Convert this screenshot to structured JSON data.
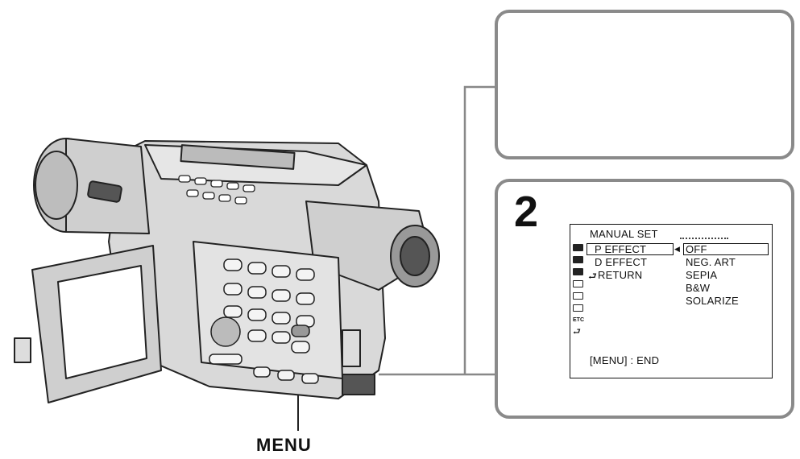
{
  "step_number": "2",
  "callout_label": "MENU",
  "menu_screen": {
    "title": "MANUAL SET",
    "items": [
      {
        "label": "P EFFECT",
        "selected": true
      },
      {
        "label": "D EFFECT",
        "selected": false
      },
      {
        "label": "RETURN",
        "selected": false
      }
    ],
    "options": [
      {
        "label": "OFF",
        "selected": true
      },
      {
        "label": "NEG. ART",
        "selected": false
      },
      {
        "label": "SEPIA",
        "selected": false
      },
      {
        "label": "B&W",
        "selected": false
      },
      {
        "label": "SOLARIZE",
        "selected": false
      }
    ],
    "side_icons": [
      "camera-icon",
      "camera-icon",
      "camera-icon",
      "tape-icon",
      "memory-icon",
      "setup-icon",
      "ETC",
      "return-icon"
    ],
    "etc_label": "ETC",
    "footer": "[MENU] : END"
  },
  "colors": {
    "panel_border": "#8a8a8a",
    "line_art": "#222222",
    "body_fill": "#d9d9d9"
  }
}
